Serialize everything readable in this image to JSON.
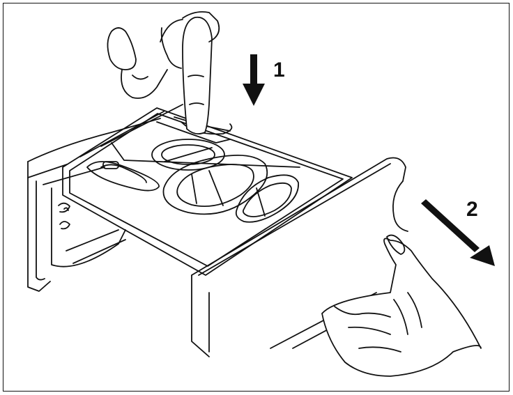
{
  "steps": [
    {
      "label": "1",
      "direction": "down-arrow"
    },
    {
      "label": "2",
      "direction": "diagonal-down-right-arrow"
    }
  ],
  "colors": {
    "line": "#111111",
    "fill": "#ffffff"
  }
}
